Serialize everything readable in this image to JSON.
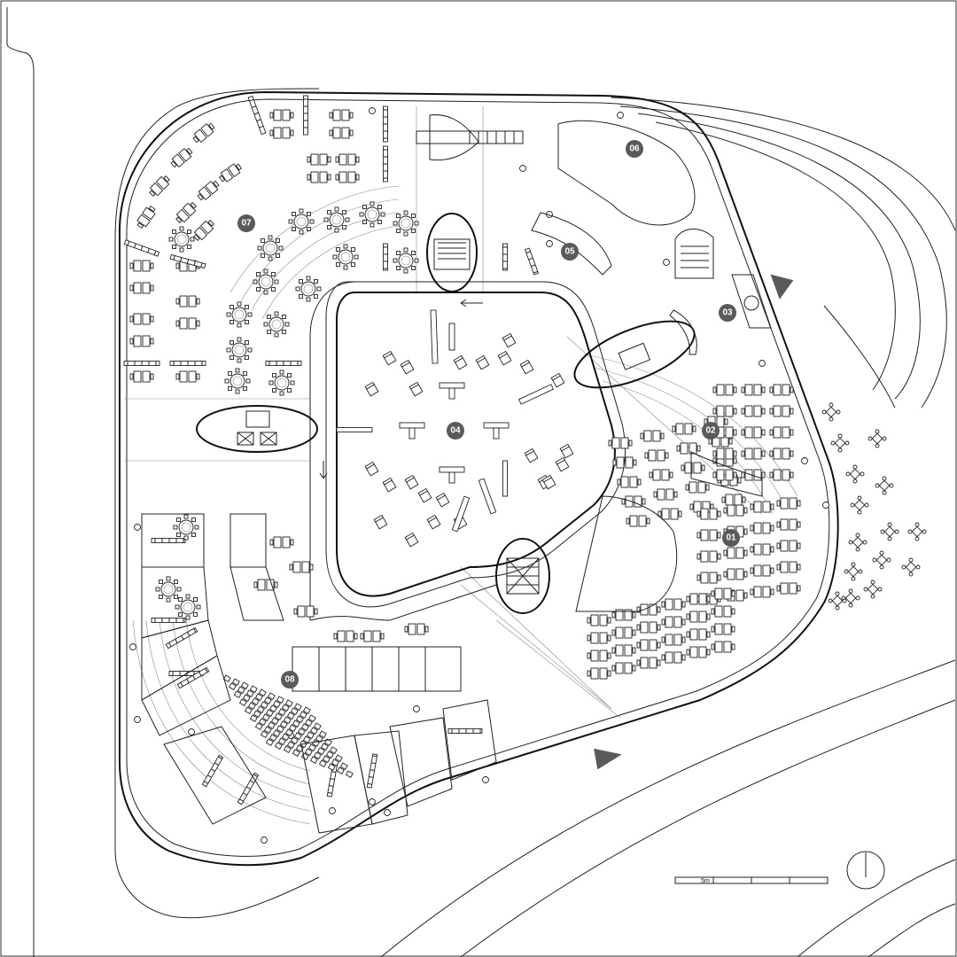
{
  "plan": {
    "zones": [
      {
        "id": "01",
        "label": "01",
        "name": "zone-01"
      },
      {
        "id": "02",
        "label": "02",
        "name": "zone-02"
      },
      {
        "id": "03",
        "label": "03",
        "name": "zone-03"
      },
      {
        "id": "04",
        "label": "04",
        "name": "zone-04"
      },
      {
        "id": "05",
        "label": "05",
        "name": "zone-05"
      },
      {
        "id": "06",
        "label": "06",
        "name": "zone-06"
      },
      {
        "id": "07",
        "label": "07",
        "name": "zone-07"
      },
      {
        "id": "08",
        "label": "08",
        "name": "zone-08"
      }
    ],
    "scale_bar": {
      "label": "5m",
      "segments": 4
    },
    "north_arrow": {
      "icon": "north-arrow-icon"
    },
    "entrance_arrows": [
      {
        "icon": "entrance-arrow-icon-east"
      },
      {
        "icon": "entrance-arrow-icon-south"
      }
    ],
    "colors": {
      "line": "#222222",
      "marker": "#5a5a5a",
      "background": "#ffffff"
    }
  }
}
